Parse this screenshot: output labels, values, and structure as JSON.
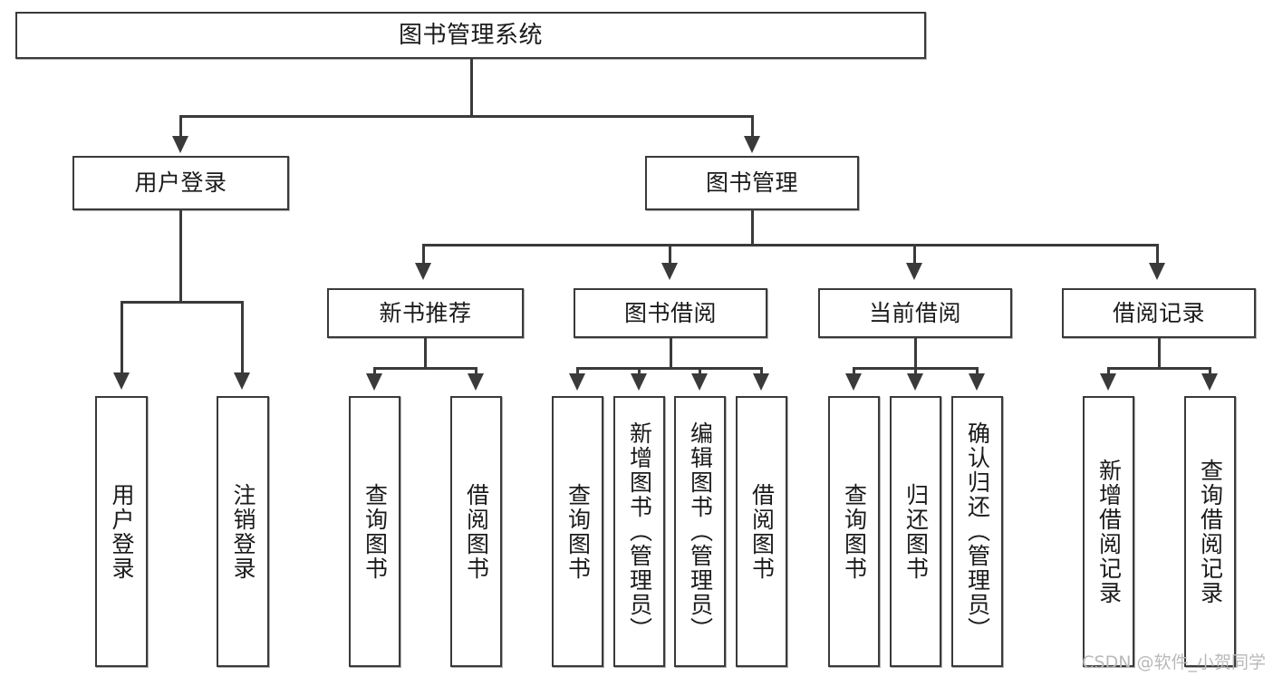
{
  "diagram": {
    "type": "tree",
    "title": "图书管理系统",
    "watermark": "CSDN @软件_小贺同学",
    "colors": {
      "node_border": "#3a3a3a",
      "node_fill": "#ffffff",
      "connector": "#3a3a3a",
      "text": "#1a1a1a",
      "watermark": "#b9b9b9",
      "background": "#ffffff"
    },
    "root": {
      "label": "图书管理系统"
    },
    "level1": [
      {
        "label": "用户登录"
      },
      {
        "label": "图书管理"
      }
    ],
    "level2": [
      {
        "label": "新书推荐"
      },
      {
        "label": "图书借阅"
      },
      {
        "label": "当前借阅"
      },
      {
        "label": "借阅记录"
      }
    ],
    "leaves": {
      "user_login": [
        {
          "label": "用户登录"
        },
        {
          "label": "注销登录"
        }
      ],
      "new_book_recommend": [
        {
          "label": "查询图书"
        },
        {
          "label": "借阅图书"
        }
      ],
      "book_borrow": [
        {
          "label": "查询图书"
        },
        {
          "label": "新增图书（管理员）"
        },
        {
          "label": "编辑图书（管理员）"
        },
        {
          "label": "借阅图书"
        }
      ],
      "current_borrow": [
        {
          "label": "查询图书"
        },
        {
          "label": "归还图书"
        },
        {
          "label": "确认归还（管理员）"
        }
      ],
      "borrow_record": [
        {
          "label": "新增借阅记录"
        },
        {
          "label": "查询借阅记录"
        }
      ]
    }
  }
}
